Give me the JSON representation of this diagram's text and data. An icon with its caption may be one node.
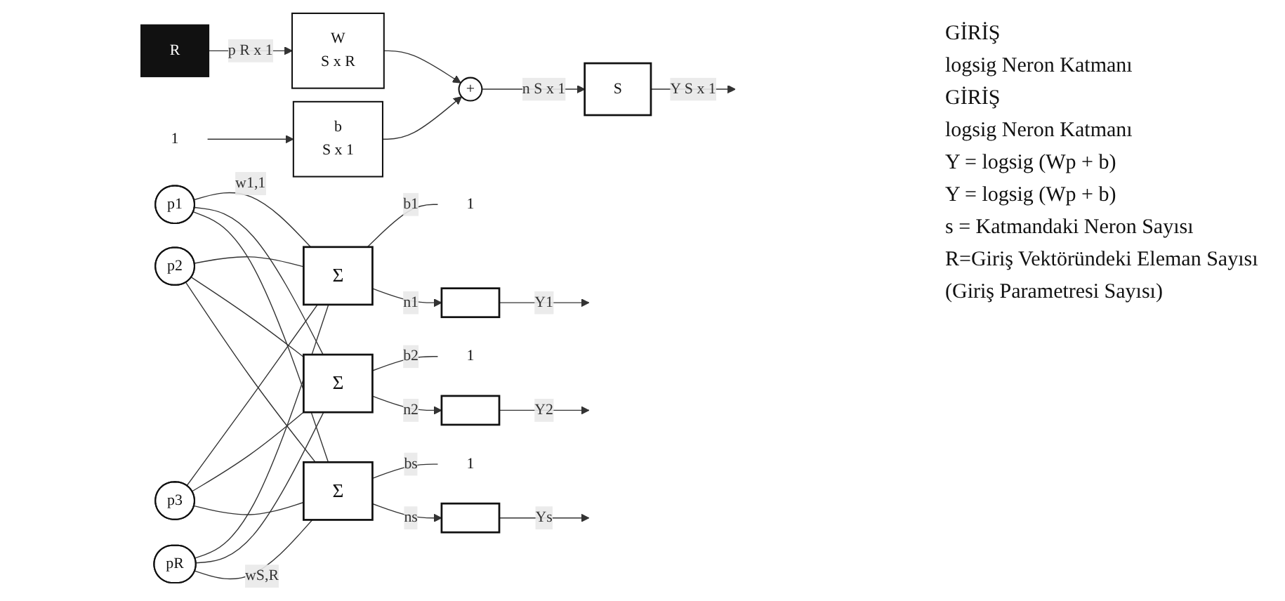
{
  "diagram": {
    "nodes": [
      {
        "text": [
          "p1"
        ]
      },
      {
        "text": [
          "p2"
        ]
      },
      {
        "text": [
          "p3"
        ]
      },
      {
        "text": [
          "pR"
        ]
      },
      {
        "text": [
          "Σ"
        ]
      },
      {
        "text": [
          "Σ"
        ]
      },
      {
        "text": [
          "Σ"
        ]
      },
      {
        "text": [
          "1"
        ]
      },
      {
        "text": [
          "1"
        ]
      },
      {
        "text": [
          "1"
        ]
      },
      {
        "text": [],
        "shape": "box"
      },
      {
        "text": [],
        "shape": "box"
      },
      {
        "text": [],
        "shape": "box"
      },
      {
        "text": [
          "R"
        ]
      },
      {
        "text": [
          "W",
          "S x R"
        ]
      },
      {
        "text": [
          "1"
        ]
      },
      {
        "text": [
          "b",
          "S x 1"
        ]
      },
      {
        "text": [
          "+"
        ]
      },
      {
        "text": [
          "S"
        ]
      }
    ],
    "edges": [
      {
        "from": 0,
        "to": 4,
        "arrow": "none",
        "label": "w1,1"
      },
      {
        "from": 0,
        "to": 5,
        "arrow": "none"
      },
      {
        "from": 0,
        "to": 6,
        "arrow": "none"
      },
      {
        "from": 1,
        "to": 4,
        "arrow": "none"
      },
      {
        "from": 1,
        "to": 5,
        "arrow": "none"
      },
      {
        "from": 1,
        "to": 6,
        "arrow": "none"
      },
      {
        "from": 2,
        "to": 4,
        "arrow": "none"
      },
      {
        "from": 2,
        "to": 5,
        "arrow": "none"
      },
      {
        "from": 2,
        "to": 6,
        "arrow": "none"
      },
      {
        "from": 3,
        "to": 4,
        "arrow": "none"
      },
      {
        "from": 3,
        "to": 5,
        "arrow": "none"
      },
      {
        "from": 3,
        "to": 6,
        "arrow": "none",
        "label": "wS,R"
      },
      {
        "from": 7,
        "to": 4,
        "arrow": "none",
        "label": "b1"
      },
      {
        "from": 8,
        "to": 5,
        "arrow": "none",
        "label": "b2"
      },
      {
        "from": 9,
        "to": 6,
        "arrow": "none",
        "label": "bs"
      },
      {
        "from": 4,
        "to": 10,
        "arrow": "to",
        "label": "n1"
      },
      {
        "from": 5,
        "to": 11,
        "arrow": "to",
        "label": "n2"
      },
      {
        "from": 6,
        "to": 12,
        "arrow": "to",
        "label": "ns"
      },
      {
        "from": 10,
        "to": null,
        "arrow": "to",
        "label": "Y1"
      },
      {
        "from": 11,
        "to": null,
        "arrow": "to",
        "label": "Y2"
      },
      {
        "from": 12,
        "to": null,
        "arrow": "to",
        "label": "Ys"
      },
      {
        "from": 13,
        "to": 14,
        "arrow": "to",
        "label": "p R x 1"
      },
      {
        "from": 15,
        "to": 16,
        "arrow": "to"
      },
      {
        "from": 14,
        "to": 17,
        "arrow": "to"
      },
      {
        "from": 16,
        "to": 17,
        "arrow": "to"
      },
      {
        "from": 17,
        "to": 18,
        "arrow": "to",
        "label": "n S x 1"
      },
      {
        "from": 18,
        "to": null,
        "arrow": "to",
        "label": "Y S x 1"
      }
    ],
    "labels": [
      "GİRİŞ",
      "logsig Neron Katmanı",
      "GİRİŞ",
      "logsig Neron Katmanı",
      "Y = logsig (Wp + b)",
      "Y = logsig (Wp + b)",
      "s = Katmandaki Neron Sayısı",
      "R=Giriş Vektöründeki Eleman Sayısı",
      "(Giriş Parametresi Sayısı)"
    ]
  }
}
